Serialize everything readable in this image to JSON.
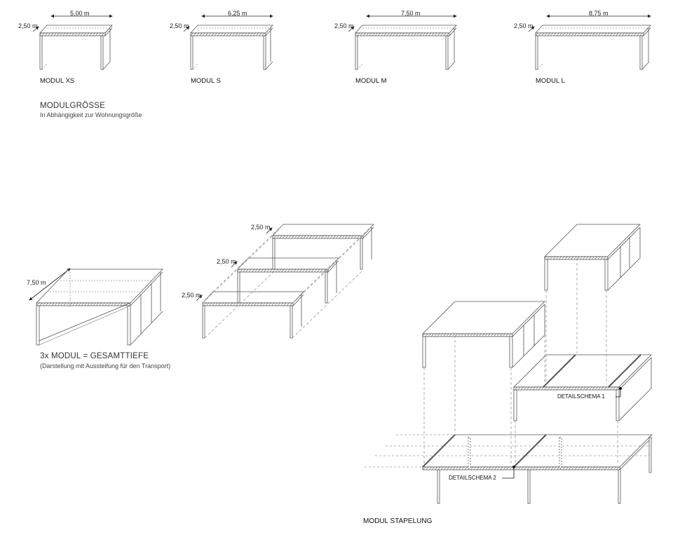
{
  "modules": [
    {
      "label": "MODUL XS",
      "width_dim": "5,00 m",
      "depth_dim": "2,50 m"
    },
    {
      "label": "MODUL S",
      "width_dim": "6,25 m",
      "depth_dim": "2,50 m"
    },
    {
      "label": "MODUL M",
      "width_dim": "7,50 m",
      "depth_dim": "2,50 m"
    },
    {
      "label": "MODUL L",
      "width_dim": "8,75 m",
      "depth_dim": "2,50 m"
    }
  ],
  "size_section": {
    "title": "MODULGRÖSSE",
    "subtitle": "In Abhängigkeit zur Wohnungsgröße"
  },
  "depth_section": {
    "total_dim": "7,50 m",
    "stack_dims": [
      "2,50 m",
      "2,50 m",
      "2,50 m"
    ],
    "title": "3x MODUL = GESAMTTIEFE",
    "subtitle": "(Darstellung mit Aussteifung für den Transport)"
  },
  "stacking_section": {
    "detail_1": "DETAILSCHEMA 1",
    "detail_2": "DETAILSCHEMA 2",
    "title": "MODUL STAPELUNG"
  },
  "colors": {
    "line": "#555555",
    "light_line": "#9a9a9a",
    "hatch": "#777777",
    "text": "#222222"
  }
}
